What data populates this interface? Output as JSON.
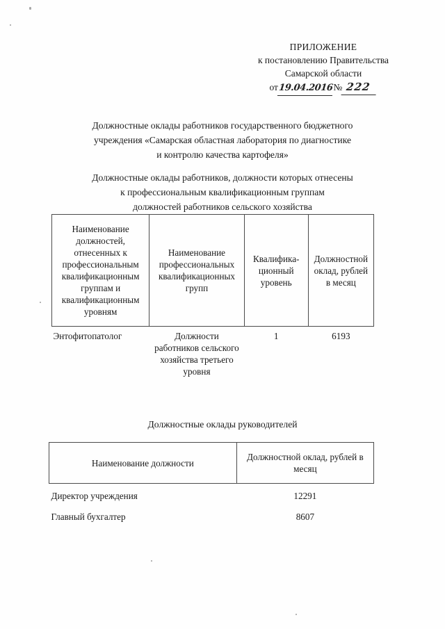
{
  "header": {
    "line1": "ПРИЛОЖЕНИЕ",
    "line2": "к постановлению Правительства",
    "line3": "Самарской области",
    "date_prefix": "от",
    "date_value": "19.04.2016",
    "number_prefix": "№",
    "number_value": "222"
  },
  "title_1": {
    "line1": "Должностные оклады работников государственного бюджетного",
    "line2": "учреждения «Самарская областная лаборатория по диагностике",
    "line3": "и контролю качества картофеля»"
  },
  "title_2": {
    "line1": "Должностные оклады работников, должности которых отнесены",
    "line2": "к профессиональным квалификационным группам",
    "line3": "должностей работников сельского хозяйства"
  },
  "table_groups": {
    "headers": [
      "Наименование должностей, отнесенных к профессиональным квалификационным группам и квалификационным уровням",
      "Наименование профессиональных квалификационных групп",
      "Квалифика-ционный уровень",
      "Должностной оклад, рублей в месяц"
    ],
    "rows": [
      {
        "position": "Энтофитопатолог",
        "group": "Должности работников сельского хозяйства третьего уровня",
        "level": "1",
        "salary": "6193"
      }
    ]
  },
  "section_caption_managers": "Должностные оклады руководителей",
  "table_managers": {
    "headers": [
      "Наименование должности",
      "Должностной оклад, рублей в месяц"
    ],
    "rows": [
      {
        "position": "Директор учреждения",
        "salary": "12291"
      },
      {
        "position": "Главный бухгалтер",
        "salary": "8607"
      }
    ]
  }
}
